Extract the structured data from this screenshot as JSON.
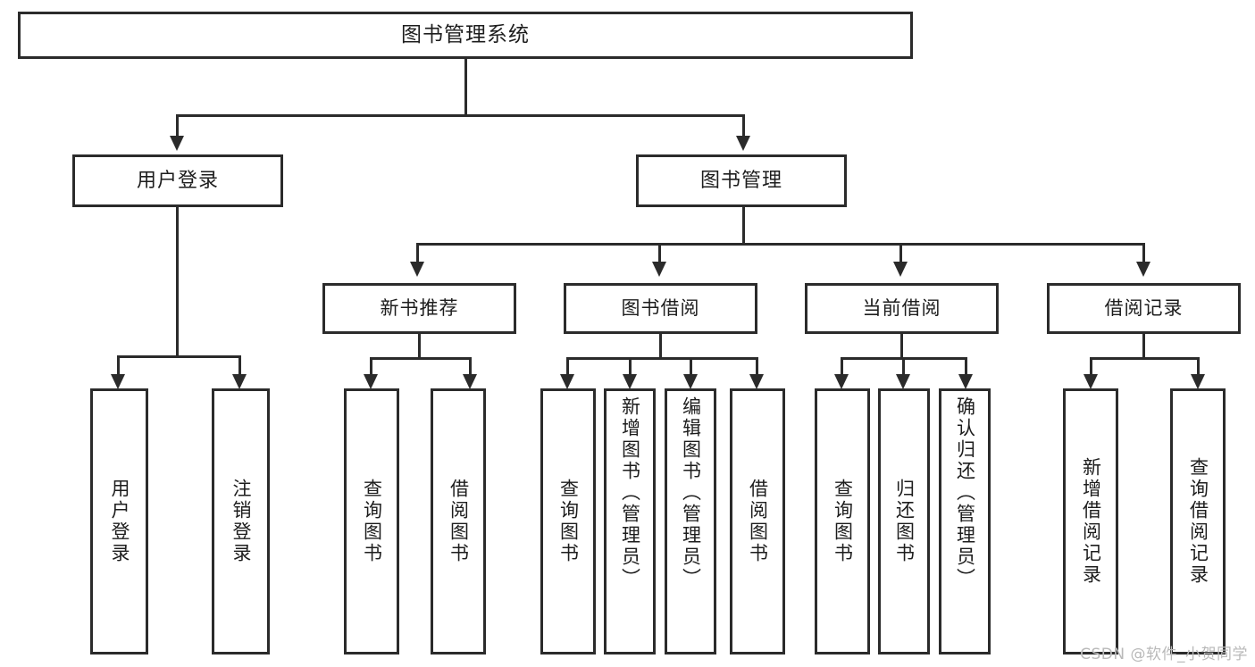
{
  "diagram": {
    "title": "图书管理系统",
    "type": "tree",
    "root": {
      "id": "root",
      "label": "图书管理系统"
    },
    "level2": [
      {
        "id": "user-login",
        "label": "用户登录"
      },
      {
        "id": "book-management",
        "label": "图书管理"
      }
    ],
    "level3": [
      {
        "id": "new-book-recommend",
        "label": "新书推荐"
      },
      {
        "id": "book-borrow",
        "label": "图书借阅"
      },
      {
        "id": "current-borrow",
        "label": "当前借阅"
      },
      {
        "id": "borrow-record",
        "label": "借阅记录"
      }
    ],
    "leaves": {
      "user_login": [
        {
          "id": "leaf-user-login",
          "label": "用户登录"
        },
        {
          "id": "leaf-logout",
          "label": "注销登录"
        }
      ],
      "new_book_recommend": [
        {
          "id": "leaf-query-book-1",
          "label": "查询图书"
        },
        {
          "id": "leaf-borrow-book-1",
          "label": "借阅图书"
        }
      ],
      "book_borrow": [
        {
          "id": "leaf-query-book-2",
          "label": "查询图书"
        },
        {
          "id": "leaf-add-book",
          "label": "新增图书（管理员）"
        },
        {
          "id": "leaf-edit-book",
          "label": "编辑图书（管理员）"
        },
        {
          "id": "leaf-borrow-book-2",
          "label": "借阅图书"
        }
      ],
      "current_borrow": [
        {
          "id": "leaf-query-book-3",
          "label": "查询图书"
        },
        {
          "id": "leaf-return-book",
          "label": "归还图书"
        },
        {
          "id": "leaf-confirm-return",
          "label": "确认归还（管理员）"
        }
      ],
      "borrow_record": [
        {
          "id": "leaf-add-record",
          "label": "新增借阅记录"
        },
        {
          "id": "leaf-query-record",
          "label": "查询借阅记录"
        }
      ]
    }
  },
  "watermark": {
    "text": "CSDN @软件_小贺同学"
  },
  "colors": {
    "stroke": "#2b2b2b",
    "background": "#ffffff",
    "text": "#1d1d1d",
    "watermark": "#b9b9b9"
  }
}
